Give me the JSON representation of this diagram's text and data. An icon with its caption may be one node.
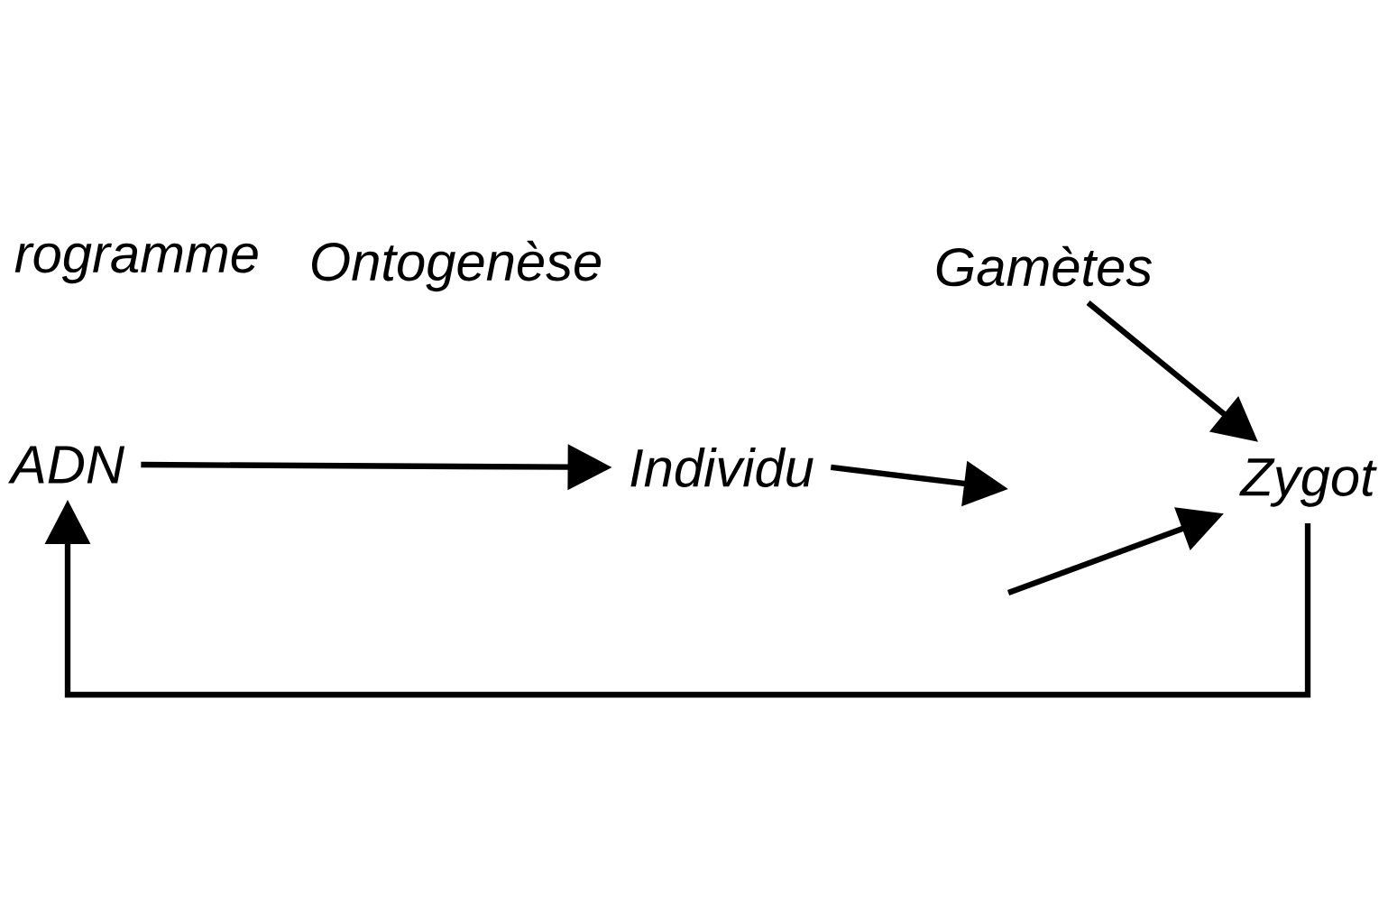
{
  "diagram": {
    "nodes": [
      {
        "text": [
          "ADN"
        ]
      },
      {
        "text": [
          "Individu"
        ]
      },
      {
        "text": [
          "Zygot"
        ]
      },
      {
        "text": [
          "Gamètes"
        ]
      }
    ],
    "edges": [
      {
        "from": 0,
        "to": 1,
        "arrow": "to"
      },
      {
        "from": 1,
        "to": null,
        "arrow": "to"
      },
      {
        "from": 3,
        "to": 2,
        "arrow": "to"
      },
      {
        "from": null,
        "to": 2,
        "arrow": "to"
      },
      {
        "from": 2,
        "to": 0,
        "arrow": "to"
      }
    ],
    "labels": [
      "rogramme",
      "Ontogenèse"
    ]
  }
}
